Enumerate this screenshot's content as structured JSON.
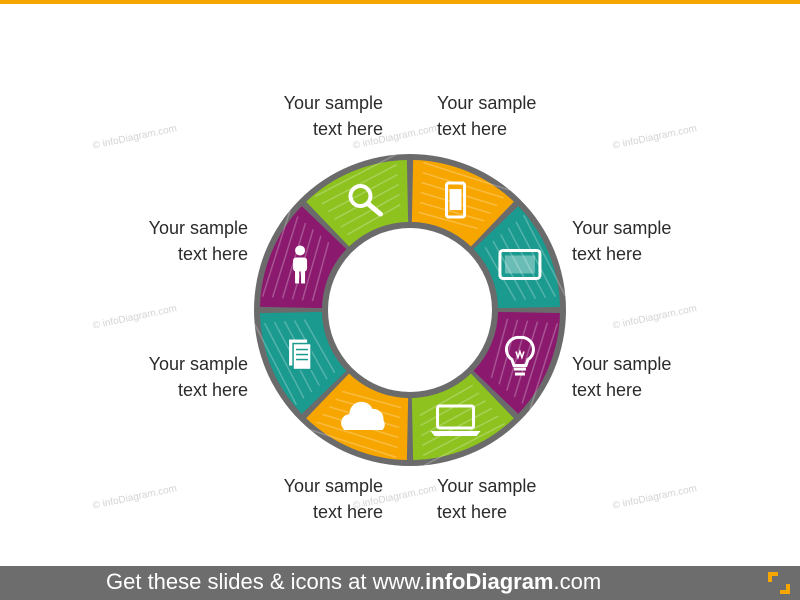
{
  "labels": [
    {
      "line1": "Your sample",
      "line2": "text here"
    },
    {
      "line1": "Your sample",
      "line2": "text here"
    },
    {
      "line1": "Your sample",
      "line2": "text here"
    },
    {
      "line1": "Your sample",
      "line2": "text here"
    },
    {
      "line1": "Your sample",
      "line2": "text here"
    },
    {
      "line1": "Your sample",
      "line2": "text here"
    },
    {
      "line1": "Your sample",
      "line2": "text here"
    },
    {
      "line1": "Your sample",
      "line2": "text here"
    }
  ],
  "segments": [
    {
      "icon": "smartphone-icon",
      "color": "#f7a600"
    },
    {
      "icon": "tablet-icon",
      "color": "#1b9a8f"
    },
    {
      "icon": "lightbulb-icon",
      "color": "#8b1a6e"
    },
    {
      "icon": "laptop-icon",
      "color": "#8dc21f"
    },
    {
      "icon": "cloud-icon",
      "color": "#f7a600"
    },
    {
      "icon": "document-icon",
      "color": "#1b9a8f"
    },
    {
      "icon": "person-icon",
      "color": "#8b1a6e"
    },
    {
      "icon": "magnifier-icon",
      "color": "#8dc21f"
    }
  ],
  "watermark": "© infoDiagram.com",
  "footer": {
    "prefix": "Get these slides & icons at www.",
    "brand": "infoDiagram",
    "suffix": ".com"
  },
  "colors": {
    "accent": "#f7a600",
    "ring_outline": "#6b6b6b",
    "footer_bg": "#6d6d6d"
  }
}
